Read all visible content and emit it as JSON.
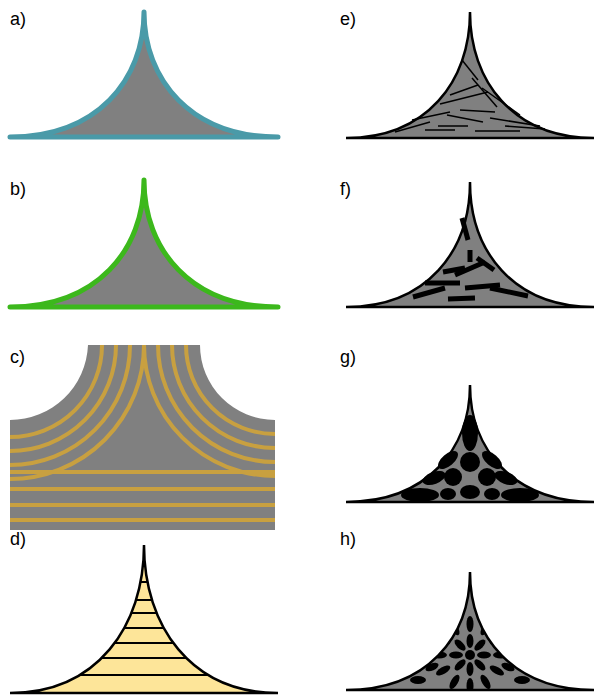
{
  "diagram": {
    "labels": [
      "a)",
      "b)",
      "c)",
      "d)",
      "e)",
      "f)",
      "g)",
      "h)"
    ]
  }
}
